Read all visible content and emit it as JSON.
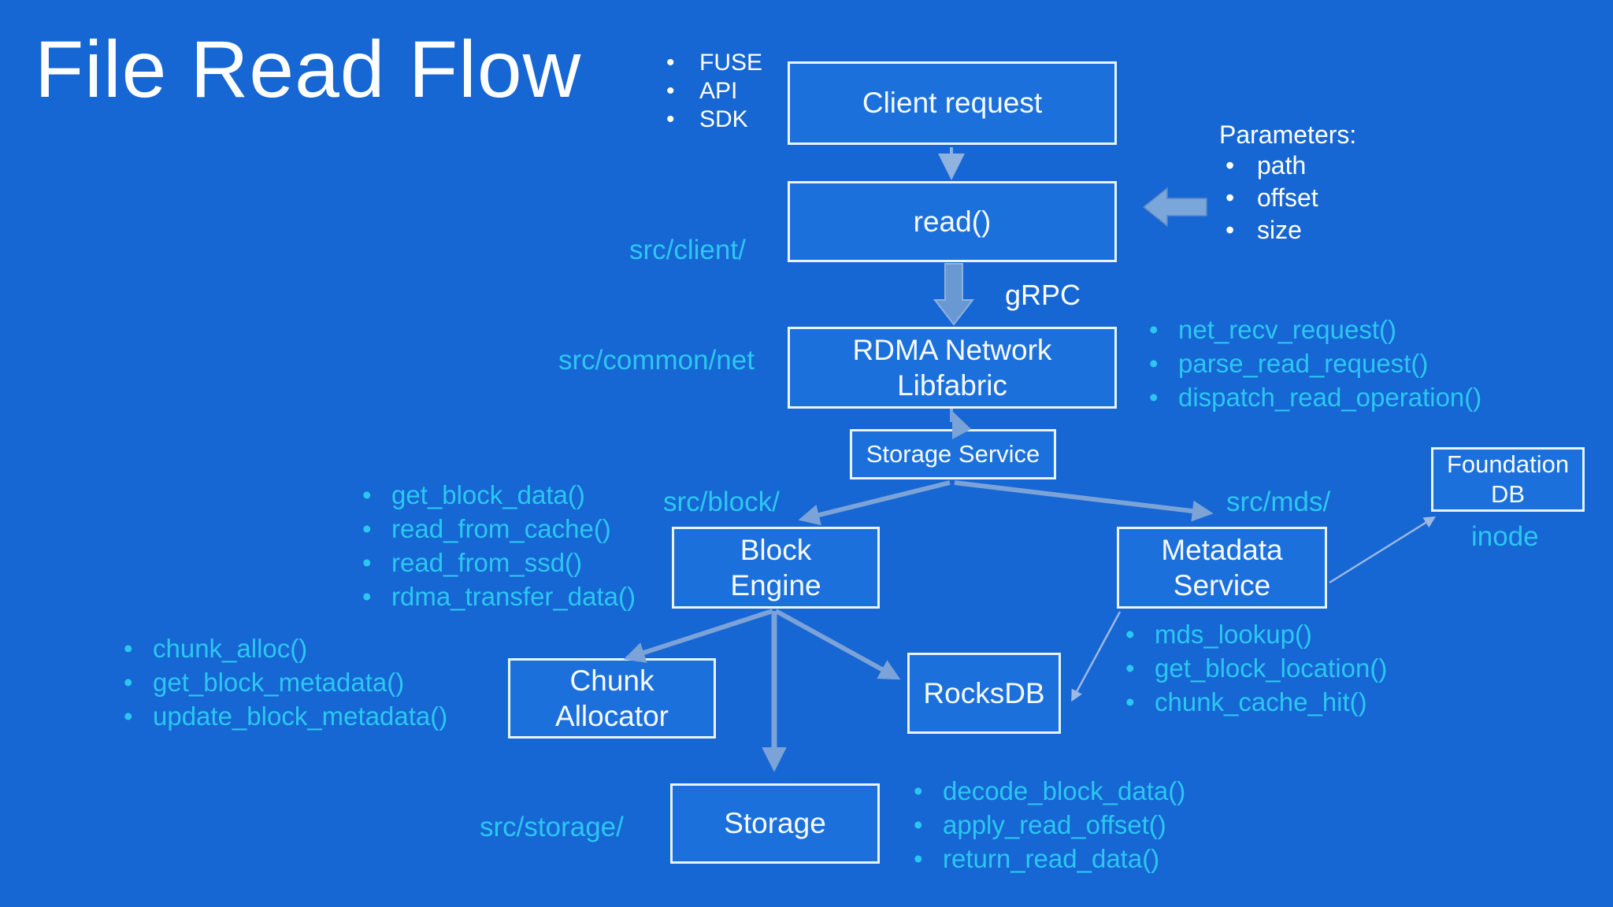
{
  "title": "File Read Flow",
  "colors": {
    "background": "#1666d3",
    "box_fill": "#1c70dc",
    "box_border": "#e9f3fb",
    "text_white": "#ffffff",
    "text_cyan": "#2cc7f1",
    "arrow_steel": "#7ba3d8",
    "arrow_light": "#8fb2de",
    "arrow_thick": "#6a98d3",
    "arrow_thin_line": "#9cb9e2"
  },
  "nodes": {
    "client_request": {
      "label": "Client request"
    },
    "read": {
      "label": "read()"
    },
    "rdma": {
      "lines": [
        "RDMA Network",
        "Libfabric"
      ]
    },
    "storage_service": {
      "label": "Storage Service"
    },
    "block_engine": {
      "lines": [
        "Block",
        "Engine"
      ]
    },
    "metadata_service": {
      "lines": [
        "Metadata",
        "Service"
      ]
    },
    "foundation_db": {
      "lines": [
        "Foundation",
        "DB"
      ]
    },
    "chunk_allocator": {
      "lines": [
        "Chunk",
        "Allocator"
      ]
    },
    "rocksdb": {
      "label": "RocksDB"
    },
    "storage": {
      "label": "Storage"
    }
  },
  "path_labels": {
    "client": "src/client/",
    "common_net": "src/common/net",
    "block": "src/block/",
    "mds": "src/mds/",
    "storage": "src/storage/",
    "inode": "inode"
  },
  "edge_labels": {
    "grpc": "gRPC"
  },
  "lists": {
    "client_interfaces": {
      "items": [
        "FUSE",
        "API",
        "SDK"
      ]
    },
    "parameters": {
      "title": "Parameters:",
      "items": [
        "path",
        "offset",
        "size"
      ]
    },
    "net_functions": {
      "items": [
        "net_recv_request()",
        "parse_read_request()",
        "dispatch_read_operation()"
      ]
    },
    "block_functions": {
      "items": [
        "get_block_data()",
        "read_from_cache()",
        "read_from_ssd()",
        "rdma_transfer_data()"
      ]
    },
    "chunk_functions": {
      "items": [
        "chunk_alloc()",
        "get_block_metadata()",
        "update_block_metadata()"
      ]
    },
    "mds_functions": {
      "items": [
        "mds_lookup()",
        "get_block_location()",
        "chunk_cache_hit()"
      ]
    },
    "storage_functions": {
      "items": [
        "decode_block_data()",
        "apply_read_offset()",
        "return_read_data()"
      ]
    }
  }
}
